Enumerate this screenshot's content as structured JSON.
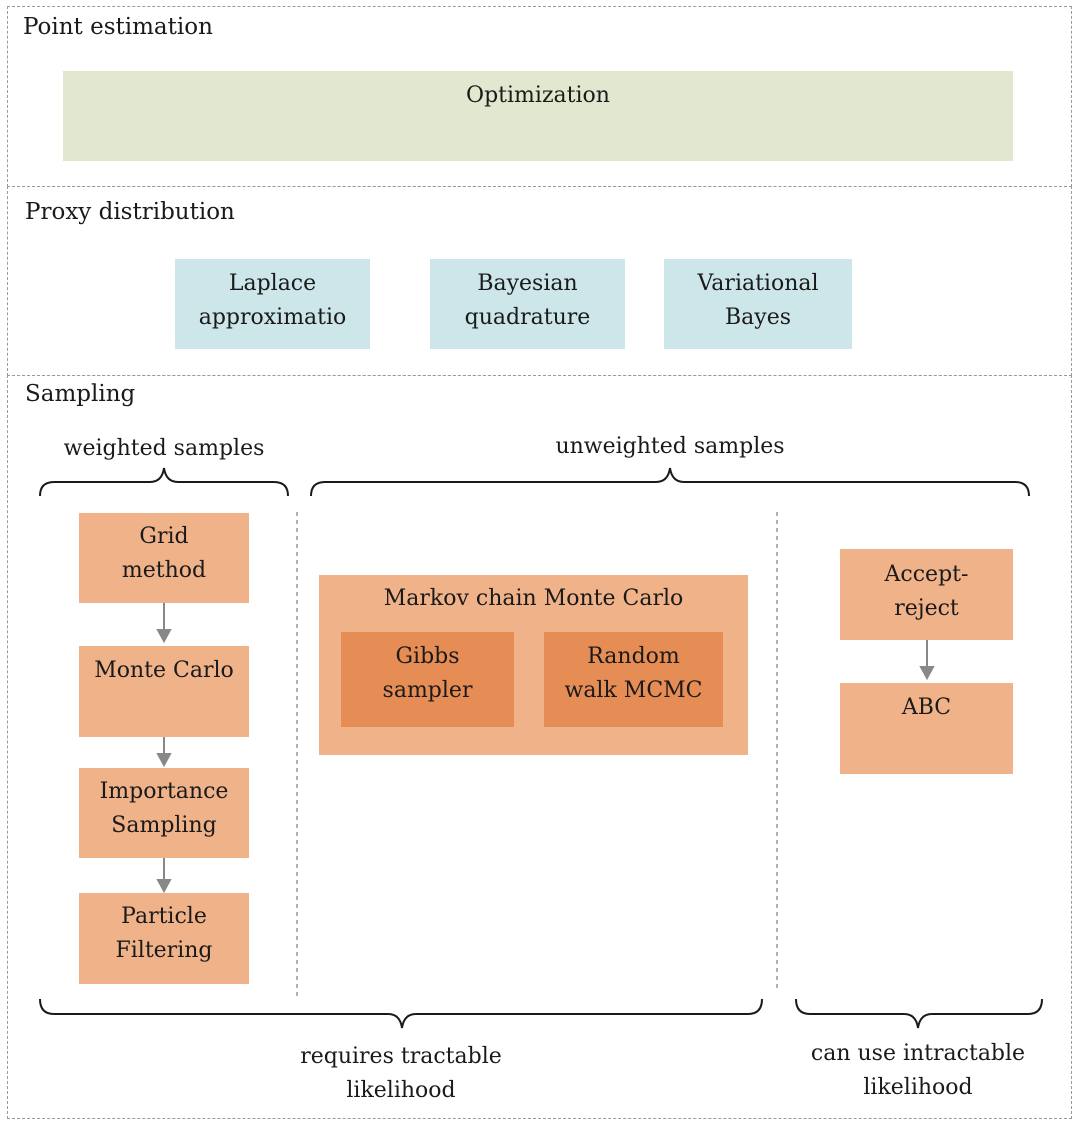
{
  "sections": {
    "point": {
      "title": "Point estimation"
    },
    "proxy": {
      "title": "Proxy distribution"
    },
    "sampling": {
      "title": "Sampling"
    }
  },
  "point": {
    "optimization": "Optimization"
  },
  "proxy": {
    "laplace": [
      "Laplace",
      "approximatio"
    ],
    "bayesian": [
      "Bayesian",
      "quadrature"
    ],
    "variational": [
      "Variational",
      "Bayes"
    ]
  },
  "sampling": {
    "weighted_label": "weighted samples",
    "unweighted_label": "unweighted samples",
    "grid": [
      "Grid",
      "method"
    ],
    "monte_carlo": "Monte Carlo",
    "importance": [
      "Importance",
      "Sampling"
    ],
    "particle": [
      "Particle",
      "Filtering"
    ],
    "mcmc": {
      "title": "Markov chain Monte Carlo",
      "gibbs": [
        "Gibbs",
        "sampler"
      ],
      "random_walk": [
        "Random",
        "walk MCMC"
      ]
    },
    "accept_reject": [
      "Accept-",
      "reject"
    ],
    "abc": "ABC",
    "tractable_label": [
      "requires tractable",
      "likelihood"
    ],
    "intractable_label": [
      "can use intractable",
      "likelihood"
    ]
  },
  "colors": {
    "optimization": "#e2e8cf",
    "proxy_box": "#cce6ea",
    "sampling_box": "#f0b289",
    "mcmc_inner": "#e68d55",
    "dashed_border": "#9a9a9a",
    "arrow": "#888888"
  }
}
